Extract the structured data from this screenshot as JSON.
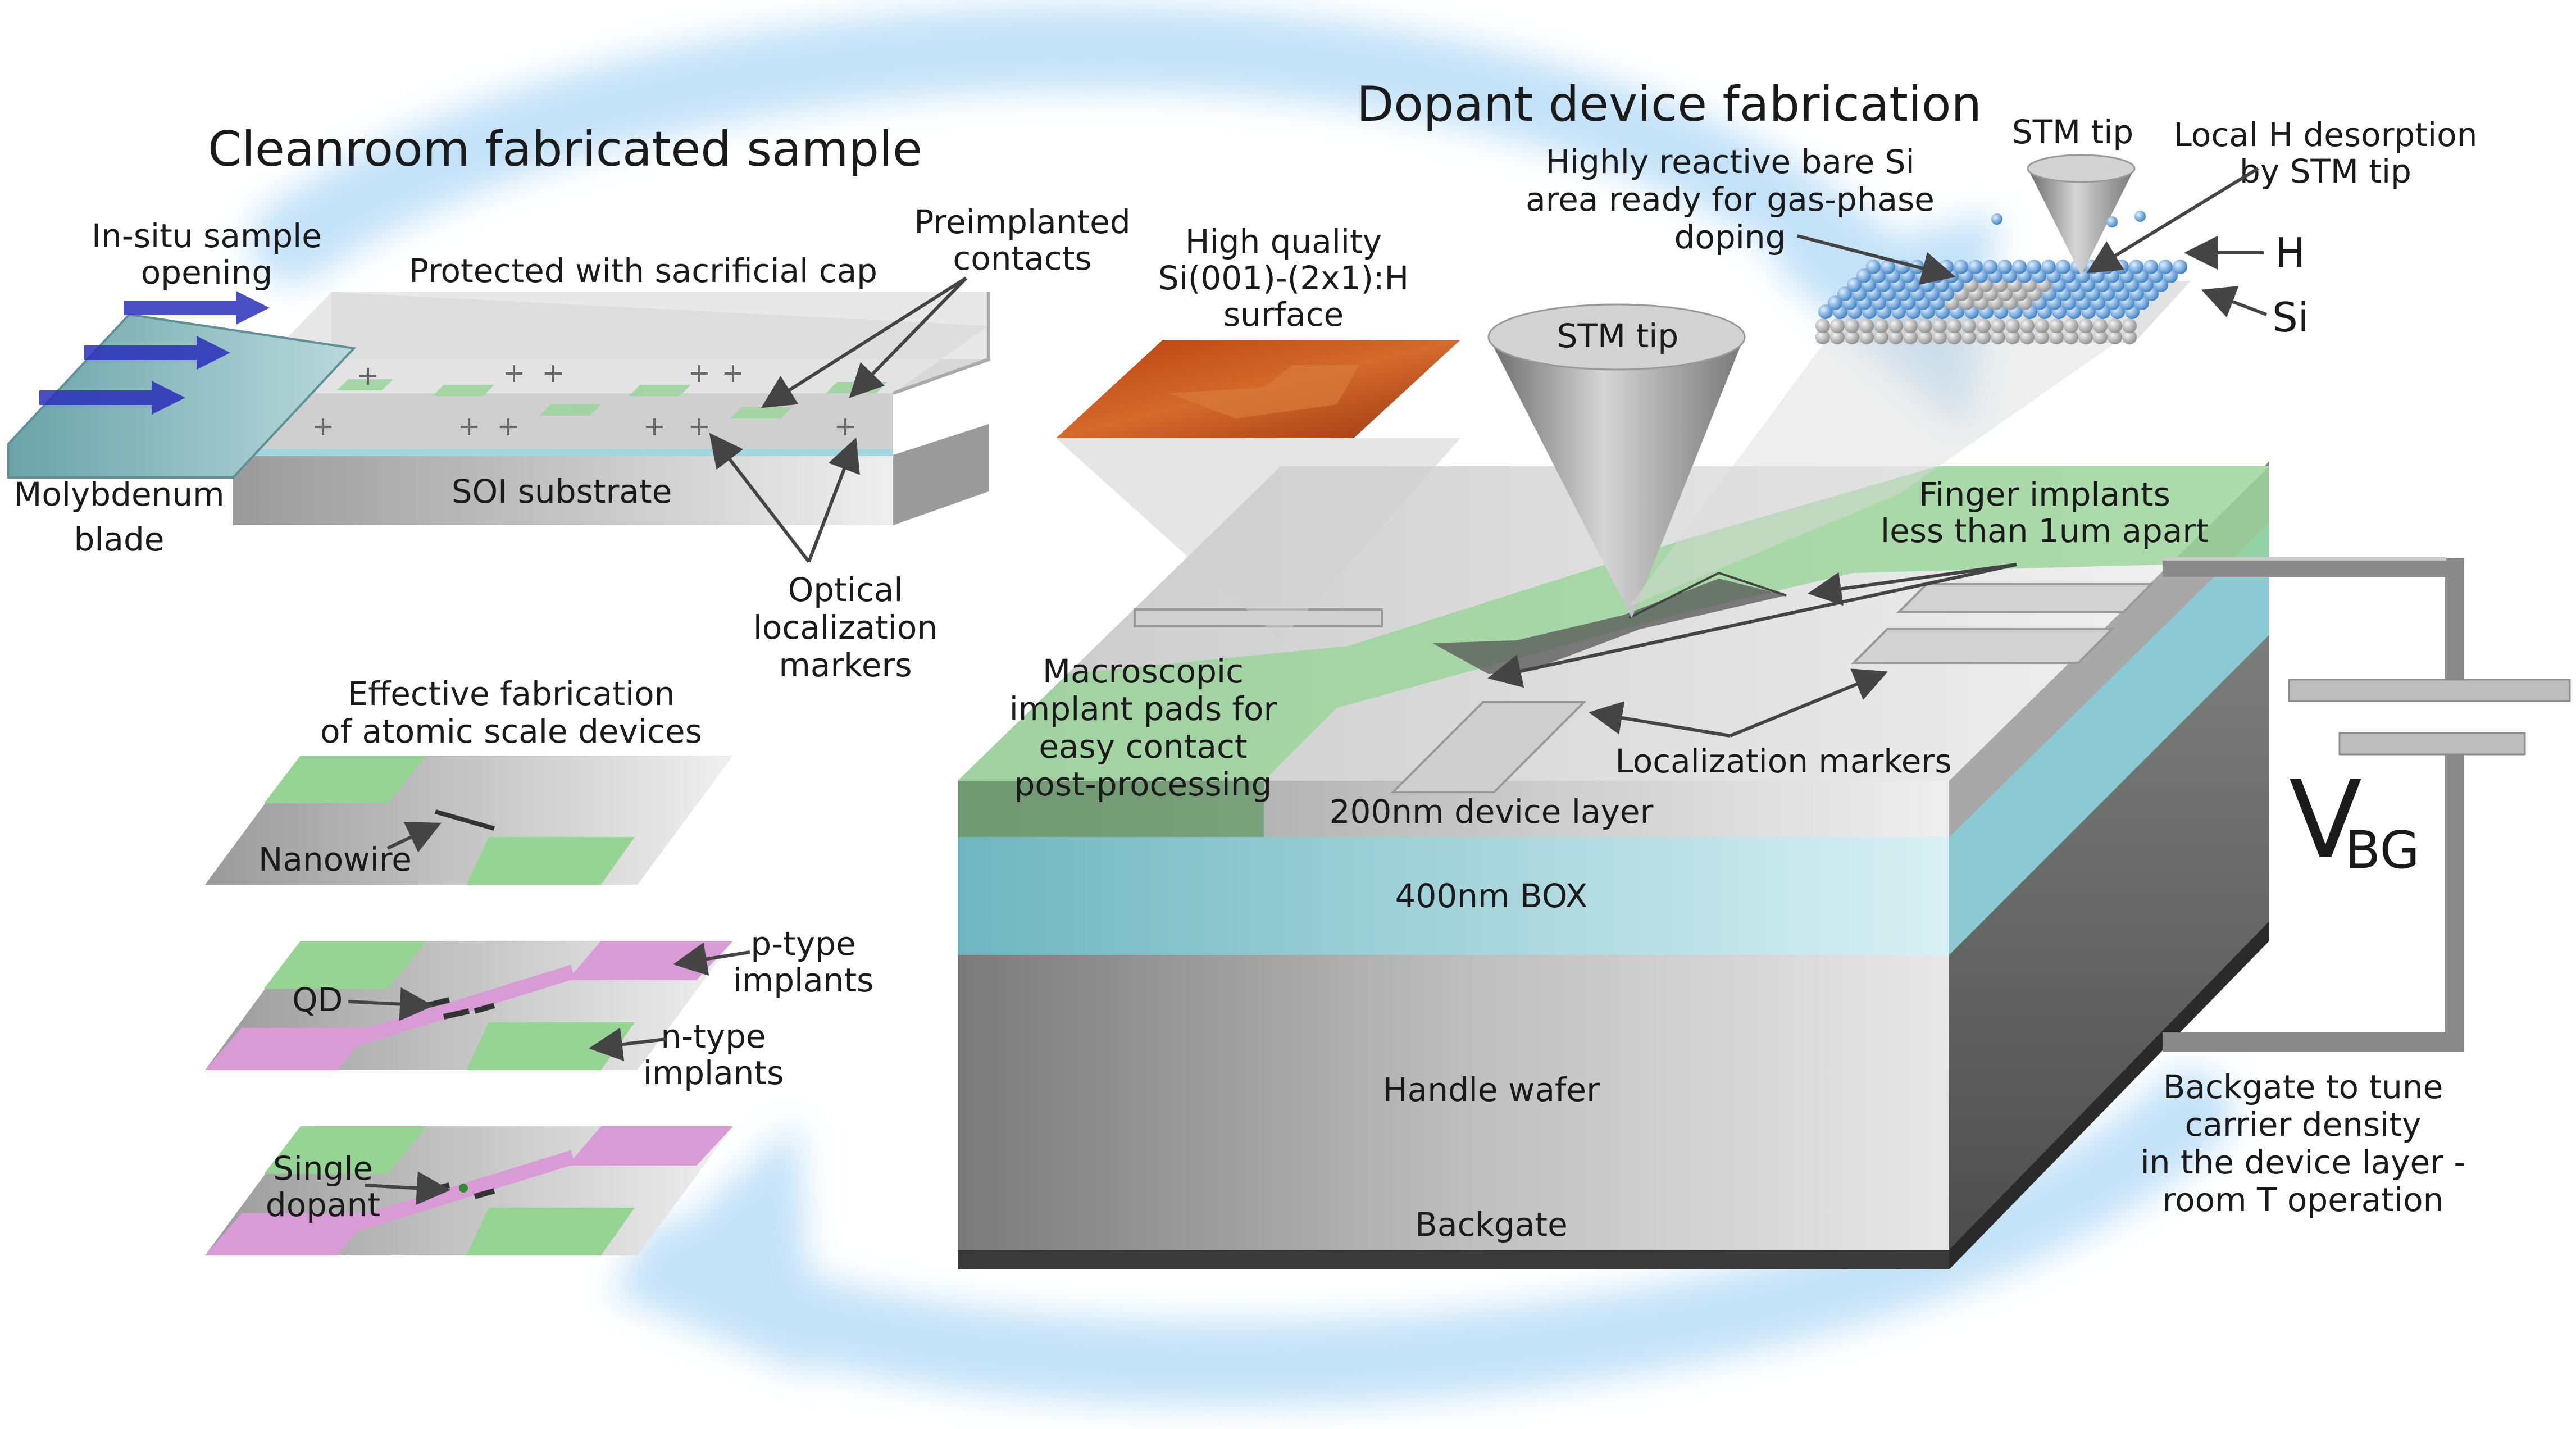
{
  "headings": {
    "cleanroom": "Cleanroom fabricated sample",
    "dopant": "Dopant device fabrication"
  },
  "sample": {
    "in_situ_l1": "In-situ sample",
    "in_situ_l2": "opening",
    "protected": "Protected with sacrificial cap",
    "preimplanted_l1": "Preimplanted",
    "preimplanted_l2": "contacts",
    "molybdenum_l1": "Molybdenum",
    "molybdenum_l2": "blade",
    "soi": "SOI substrate",
    "optical_l1": "Optical",
    "optical_l2": "localization",
    "optical_l3": "markers"
  },
  "surface": {
    "l1": "High quality",
    "l2": "Si(001)-(2x1):H",
    "l3": "surface"
  },
  "stm": {
    "main_tip": "STM tip",
    "small_tip": "STM tip",
    "reactive_l1": "Highly reactive bare Si",
    "reactive_l2": "area ready for gas-phase",
    "reactive_l3": "doping",
    "desorption_l1": "Local H desorption",
    "desorption_l2": "by STM tip",
    "h_label": "H",
    "si_label": "Si"
  },
  "block": {
    "finger_l1": "Finger implants",
    "finger_l2": "less than 1um apart",
    "macro_l1": "Macroscopic",
    "macro_l2": "implant pads for",
    "macro_l3": "easy contact",
    "macro_l4": "post-processing",
    "localization": "Localization markers",
    "device_layer": "200nm device layer",
    "box": "400nm BOX",
    "handle": "Handle wafer",
    "backgate": "Backgate",
    "vbg_main": "V",
    "vbg_sub": "BG",
    "backgate_note_l1": "Backgate to tune",
    "backgate_note_l2": "carrier density",
    "backgate_note_l3": "in the device layer -",
    "backgate_note_l4": "room T operation"
  },
  "devices": {
    "title_l1": "Effective fabrication",
    "title_l2": "of atomic scale devices",
    "nanowire": "Nanowire",
    "qd": "QD",
    "p_type_l1": "p-type",
    "p_type_l2": "implants",
    "n_type_l1": "n-type",
    "n_type_l2": "implants",
    "single_l1": "Single",
    "single_l2": "dopant"
  },
  "colors": {
    "n_implant": "#96d494",
    "p_implant": "#d89bd6",
    "box_layer": "#8fd0d9",
    "arrow_glow": "#b9ddf7",
    "stm_surface": "#c2501a",
    "blade_arrow": "#2a2fb8"
  }
}
